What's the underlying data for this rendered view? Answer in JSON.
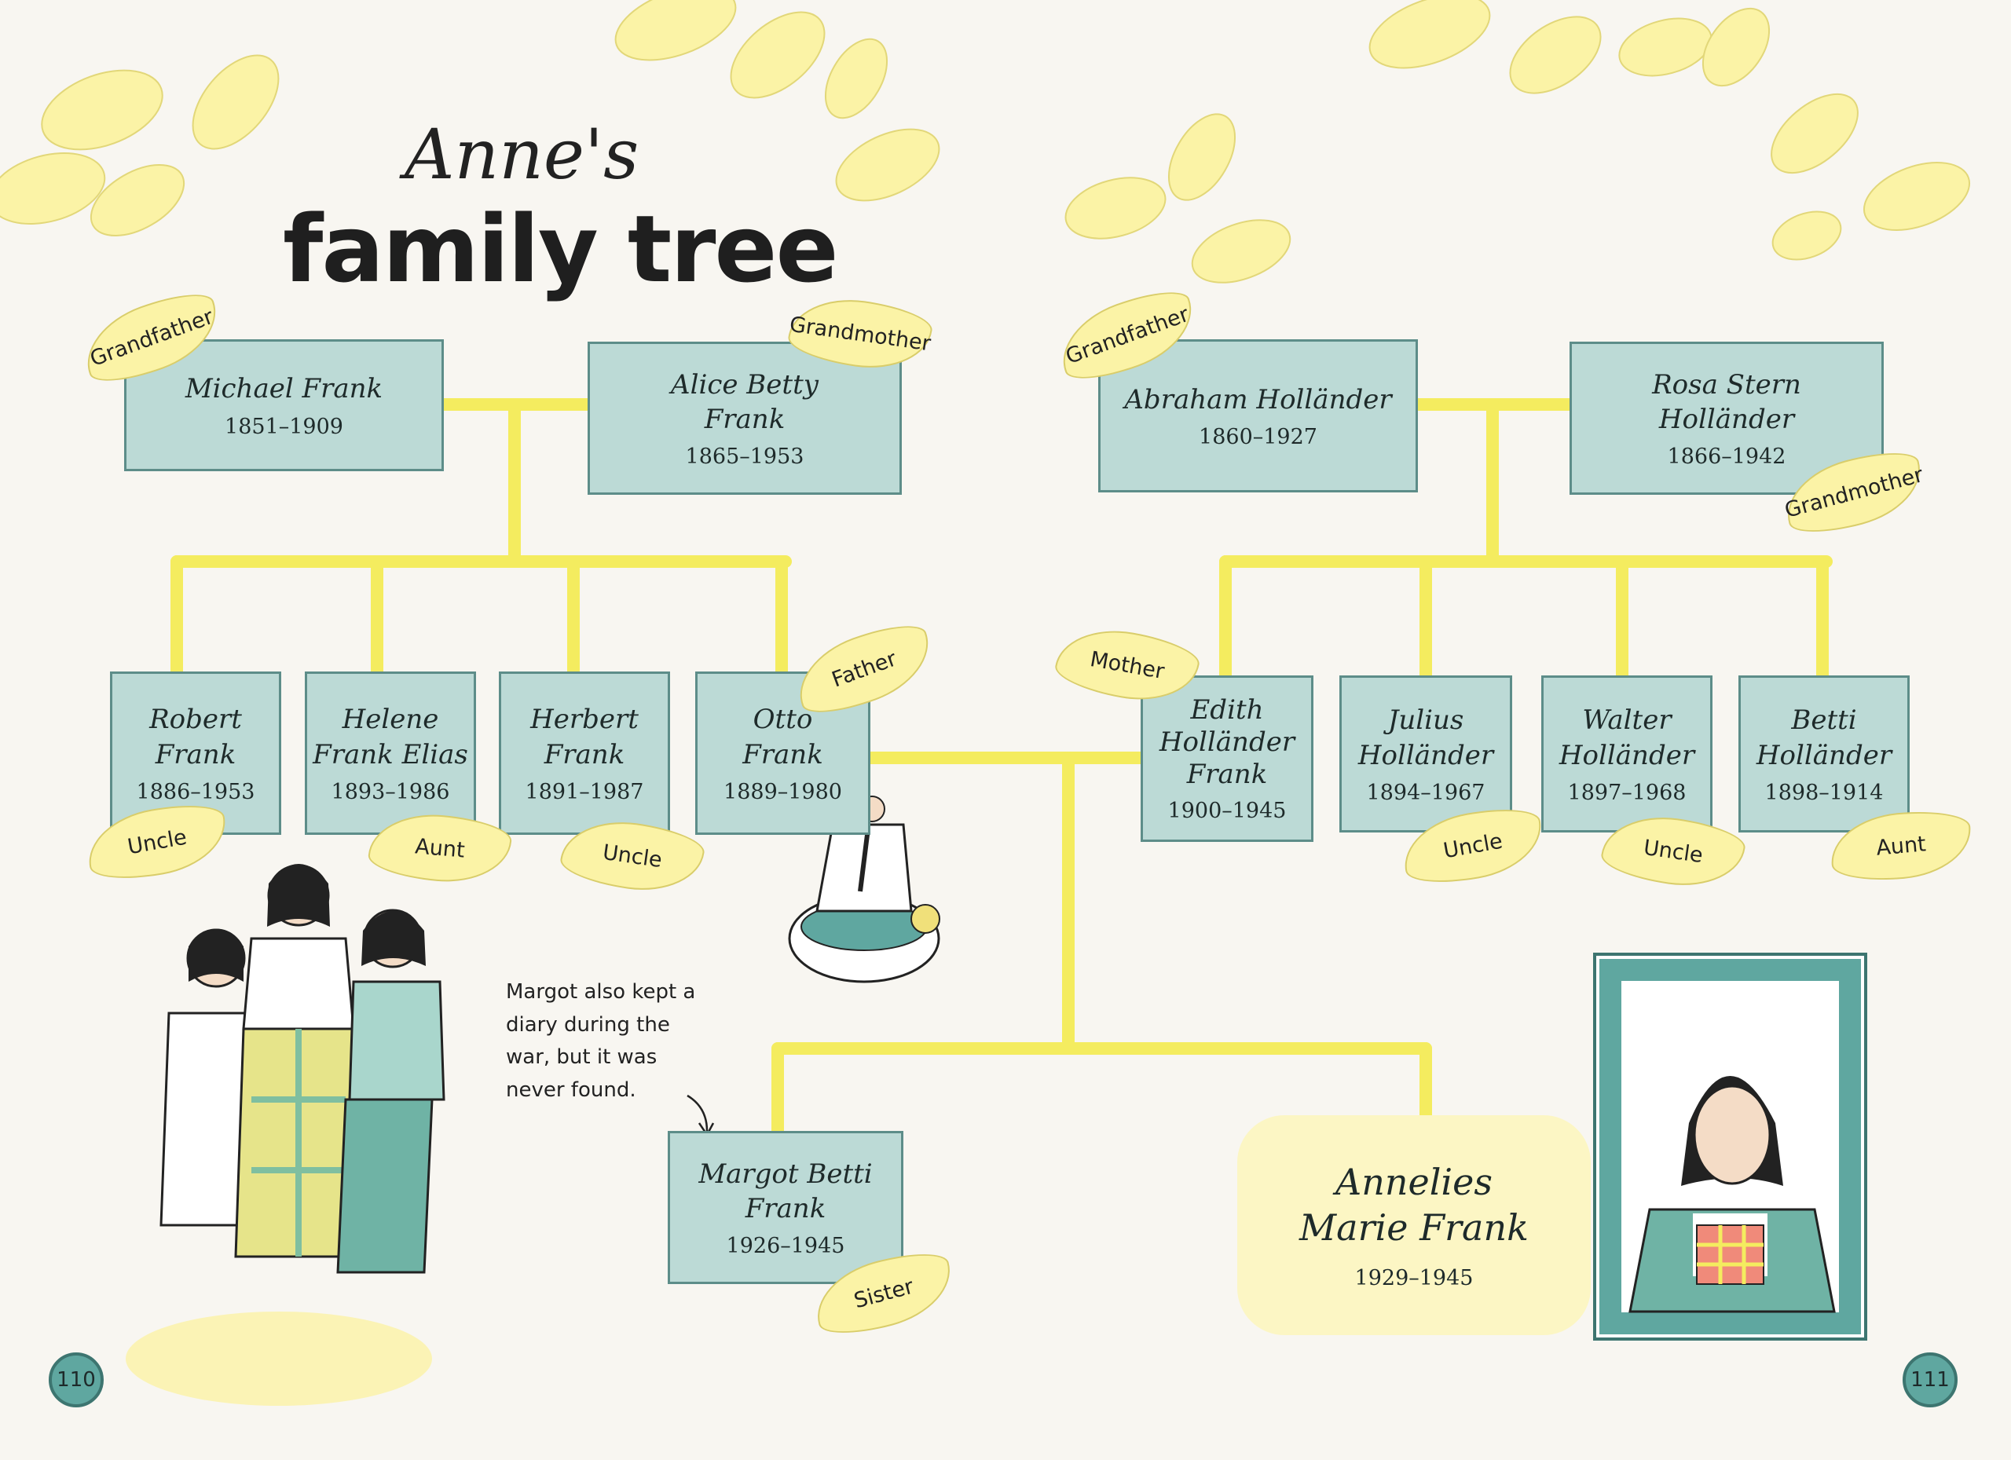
{
  "title": {
    "top": "Anne's",
    "main": "family tree"
  },
  "people": {
    "michael": {
      "name": "Michael Frank",
      "years": "1851–1909",
      "role": "Grandfather"
    },
    "alice": {
      "name": "Alice Betty Frank",
      "years": "1865–1953",
      "role": "Grandmother"
    },
    "abraham": {
      "name": "Abraham Holländer",
      "years": "1860–1927",
      "role": "Grandfather"
    },
    "rosa": {
      "name": "Rosa Stern Holländer",
      "years": "1866–1942",
      "role": "Grandmother"
    },
    "robert": {
      "name": "Robert Frank",
      "years": "1886–1953",
      "role": "Uncle"
    },
    "helene": {
      "name": "Helene Frank Elias",
      "years": "1893–1986",
      "role": "Aunt"
    },
    "herbert": {
      "name": "Herbert Frank",
      "years": "1891–1987",
      "role": "Uncle"
    },
    "otto": {
      "name": "Otto Frank",
      "years": "1889–1980",
      "role": "Father"
    },
    "edith": {
      "name": "Edith Holländer Frank",
      "years": "1900–1945",
      "role": "Mother"
    },
    "julius": {
      "name": "Julius Holländer",
      "years": "1894–1967",
      "role": "Uncle"
    },
    "walter": {
      "name": "Walter Holländer",
      "years": "1897–1968",
      "role": "Uncle"
    },
    "betti": {
      "name": "Betti Holländer",
      "years": "1898–1914",
      "role": "Aunt"
    },
    "margot": {
      "name": "Margot Betti Frank",
      "years": "1926–1945",
      "role": "Sister"
    },
    "anne": {
      "name": "Annelies Marie Frank",
      "years": "1929–1945"
    }
  },
  "note": "Margot also kept a diary during the war, but it was never found.",
  "page_numbers": {
    "left": "110",
    "right": "111"
  },
  "colors": {
    "box_fill": "#bcdad6",
    "box_border": "#5d8d89",
    "leaf_fill": "#fbf3a6",
    "connector": "#f4ec5f",
    "anne_bubble": "#fcf6c4",
    "page_badge": "#5fa7a0"
  }
}
